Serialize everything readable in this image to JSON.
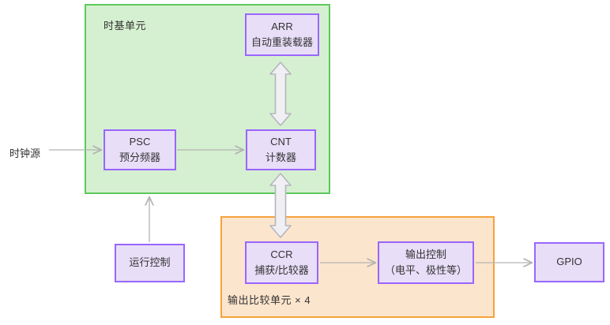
{
  "diagram": {
    "title_present": false,
    "groups": [
      {
        "id": "timebase",
        "label": "时基单元",
        "fill": "#d5f0d0",
        "stroke": "#5cc95c"
      },
      {
        "id": "output",
        "label": "输出比较单元 × 4",
        "fill": "#fce5cd",
        "stroke": "#f5a33c"
      }
    ],
    "external_labels": [
      {
        "id": "clock-source",
        "text": "时钟源"
      }
    ],
    "nodes": [
      {
        "id": "arr",
        "line1": "ARR",
        "line2": "自动重装载器"
      },
      {
        "id": "psc",
        "line1": "PSC",
        "line2": "预分频器"
      },
      {
        "id": "cnt",
        "line1": "CNT",
        "line2": "计数器"
      },
      {
        "id": "ccr",
        "line1": "CCR",
        "line2": "捕获/比较器"
      },
      {
        "id": "outctl",
        "line1": "输出控制",
        "line2": "（电平、极性等）"
      },
      {
        "id": "runctl",
        "line1": "运行控制",
        "line2": ""
      },
      {
        "id": "gpio",
        "line1": "GPIO",
        "line2": ""
      }
    ],
    "edges": [
      {
        "from": "clock-source",
        "to": "psc",
        "style": "thin-arrow"
      },
      {
        "from": "psc",
        "to": "cnt",
        "style": "thin-arrow"
      },
      {
        "from": "arr",
        "to": "cnt",
        "style": "block-double-arrow"
      },
      {
        "from": "cnt",
        "to": "ccr",
        "style": "block-double-arrow"
      },
      {
        "from": "runctl",
        "to": "timebase",
        "style": "thin-arrow"
      },
      {
        "from": "ccr",
        "to": "outctl",
        "style": "thin-arrow"
      },
      {
        "from": "outctl",
        "to": "gpio",
        "style": "thin-arrow"
      }
    ],
    "colors": {
      "node_fill": "#e8def8",
      "node_stroke": "#9966ff",
      "group_green_fill": "#d5f0d0",
      "group_green_stroke": "#5cc95c",
      "group_orange_fill": "#fce5cd",
      "group_orange_stroke": "#f5a33c",
      "connector": "#b3b3b3",
      "block_arrow_fill": "#f0f0f4",
      "block_arrow_stroke": "#b5b5bd",
      "text": "#333333",
      "background": "#ffffff"
    }
  }
}
